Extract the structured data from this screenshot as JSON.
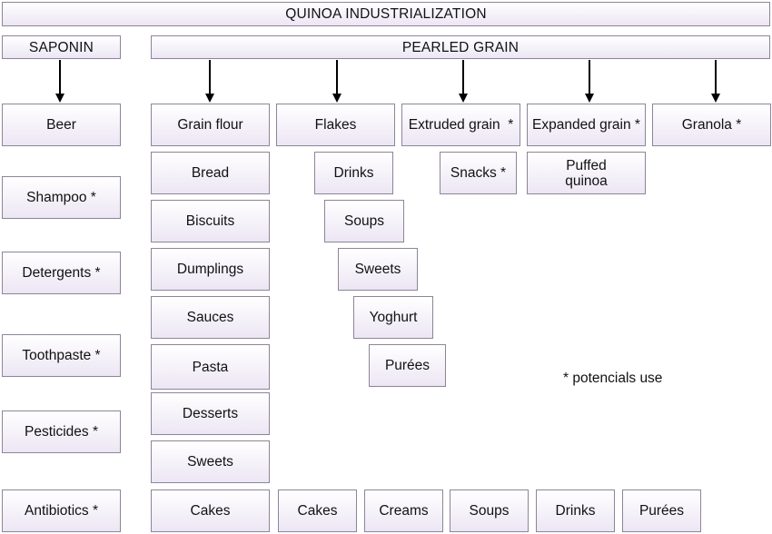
{
  "title": "QUINOA INDUSTRIALIZATION",
  "saponin": {
    "label": "SAPONIN",
    "items": [
      "Beer",
      "Shampoo *",
      "Detergents *",
      "Toothpaste *",
      "Pesticides *",
      "Antibiotics *"
    ]
  },
  "pearled_grain": {
    "label": "PEARLED GRAIN",
    "categories": [
      {
        "label": "Grain flour",
        "items": [
          "Bread",
          "Biscuits",
          "Dumplings",
          "Sauces",
          "Pasta",
          "Desserts",
          "Sweets",
          "Cakes"
        ]
      },
      {
        "label": "Flakes",
        "items": [
          "Drinks",
          "Soups",
          "Sweets",
          "Yoghurt",
          "Purées"
        ]
      },
      {
        "label": "Extruded grain  *",
        "items": [
          "Snacks *"
        ]
      },
      {
        "label": "Expanded grain *",
        "items": [
          "Puffed quinoa"
        ]
      },
      {
        "label": "Granola *",
        "items": []
      }
    ],
    "bottom_row": [
      "Cakes",
      "Creams",
      "Soups",
      "Drinks",
      "Purées"
    ]
  },
  "note": "* potencials use"
}
